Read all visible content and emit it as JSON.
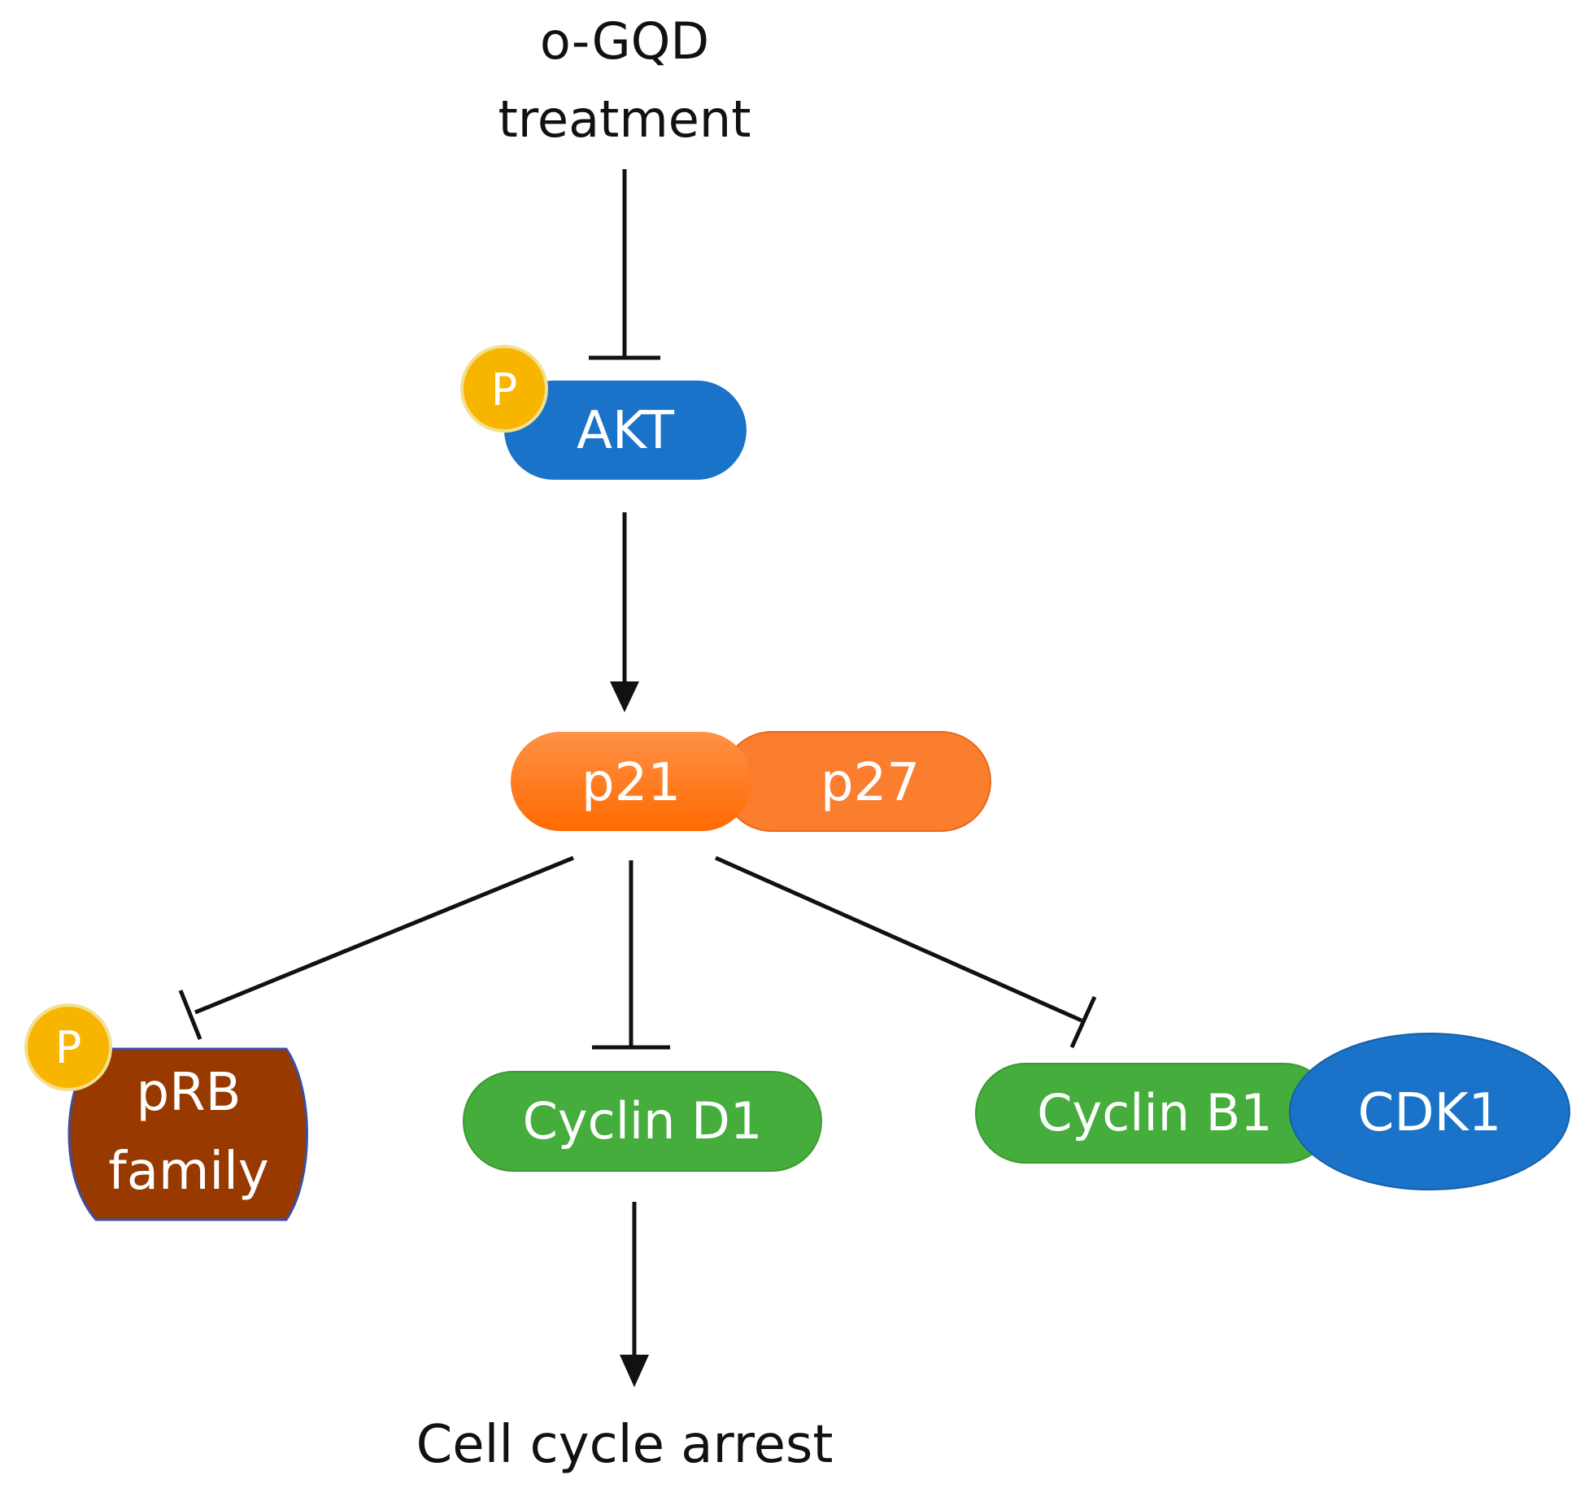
{
  "diagram": {
    "treatment": {
      "line1": "o-GQD",
      "line2": "treatment"
    },
    "akt": {
      "label": "AKT",
      "phospho": "P"
    },
    "p21": {
      "label": "p21"
    },
    "p27": {
      "label": "p27"
    },
    "prb": {
      "line1": "pRB",
      "line2": "family",
      "phospho": "P"
    },
    "cyclin_d1": {
      "label": "Cyclin D1"
    },
    "cyclin_b1": {
      "label": "Cyclin B1"
    },
    "cdk1": {
      "label": "CDK1"
    },
    "outcome": {
      "label": "Cell cycle arrest"
    }
  },
  "colors": {
    "akt_blue": "#1a73c8",
    "phospho_yellow": "#f7b500",
    "p21_orange": "#ff6f10",
    "p27_orange": "#fb7d2e",
    "prb_brown": "#983a00",
    "cyclin_green": "#45ad3c",
    "cdk1_blue": "#1a73c8",
    "edge": "#111111"
  }
}
